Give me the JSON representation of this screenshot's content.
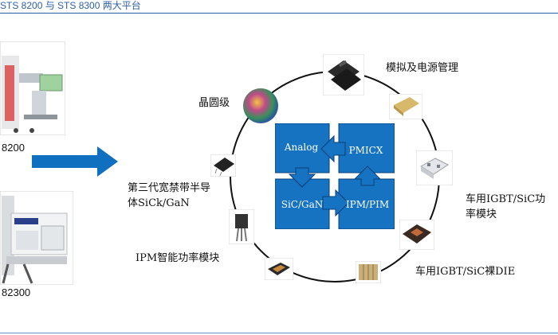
{
  "header": {
    "title": "STS 8200 与 STS 8300 两大平台"
  },
  "machines": {
    "top_label": "8200",
    "bottom_label": "82300"
  },
  "modules": {
    "analog": "Analog",
    "pmicx": "PMICX",
    "sic_gan": "SiC/GaN",
    "ipm_pim": "IPM/PIM"
  },
  "labels": {
    "analog_power": "模拟及电源管理",
    "wafer": "晶圆级",
    "third_gen_line1": "第三代宽禁带半导",
    "third_gen_line2": "体SiCk/GaN",
    "ipm_module": "IPM智能功率模块",
    "auto_module_line1": "车用IGBT/SiC功",
    "auto_module_line2": "率模块",
    "auto_die": "车用IGBT/SiC裸DIE"
  },
  "colors": {
    "header_blue": "#2e5fa8",
    "module_blue": "#1573c2",
    "arrow_blue": "#0f70c0",
    "circle": "#111111"
  }
}
